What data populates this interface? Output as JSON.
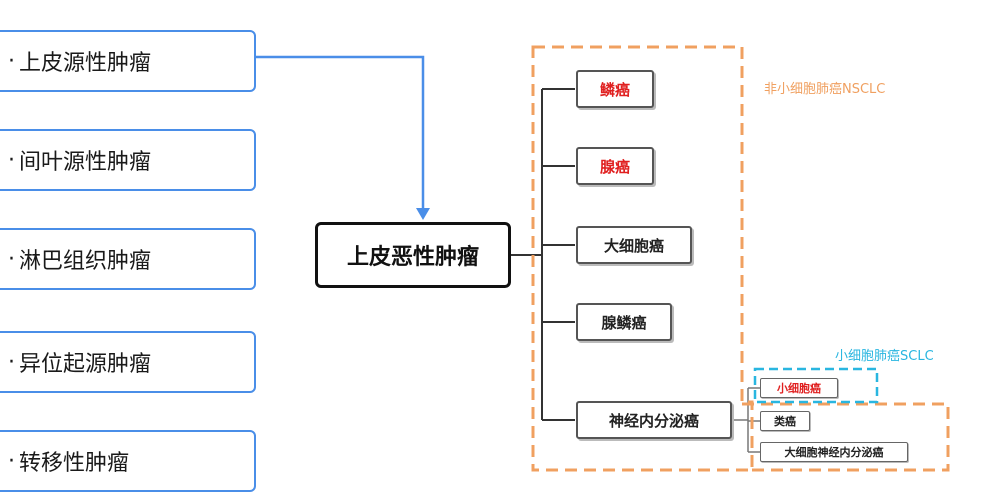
{
  "left_items": [
    {
      "bullet": "·",
      "label": "上皮源性肿瘤"
    },
    {
      "bullet": "·",
      "label": "间叶源性肿瘤"
    },
    {
      "bullet": "·",
      "label": "淋巴组织肿瘤"
    },
    {
      "bullet": "·",
      "label": "异位起源肿瘤"
    },
    {
      "bullet": "·",
      "label": "转移性肿瘤"
    }
  ],
  "main_node": "上皮恶性肿瘤",
  "types": [
    {
      "label": "鳞癌"
    },
    {
      "label": "腺癌"
    },
    {
      "label": "大细胞癌"
    },
    {
      "label": "腺鳞癌"
    },
    {
      "label": "神经内分泌癌"
    }
  ],
  "neuro_subtypes": [
    {
      "label": "小细胞癌"
    },
    {
      "label": "类癌"
    },
    {
      "label": "大细胞神经内分泌癌"
    }
  ],
  "groups": {
    "nsclc": "非小细胞肺癌NSCLC",
    "sclc": "小细胞肺癌SCLC"
  },
  "colors": {
    "blue_accent": "#4a8ee8",
    "orange_dashed": "#f0a060",
    "cyan_dashed": "#29b6e0",
    "red_text": "#e02020"
  }
}
